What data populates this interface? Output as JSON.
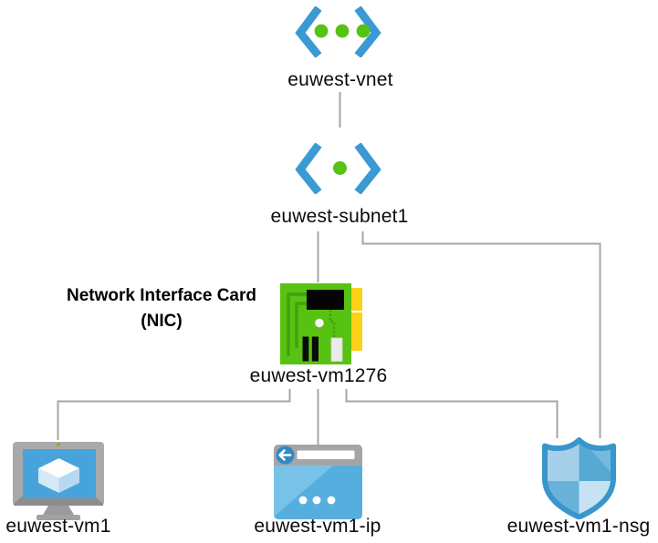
{
  "diagram": {
    "type": "azure-network-topology",
    "nodes": {
      "vnet": {
        "label": "euwest-vnet",
        "icon": "virtual-network-icon"
      },
      "subnet": {
        "label": "euwest-subnet1",
        "icon": "subnet-icon"
      },
      "nic": {
        "label": "euwest-vm1276",
        "icon": "network-interface-card-icon"
      },
      "vm": {
        "label": "euwest-vm1",
        "icon": "virtual-machine-icon"
      },
      "ip": {
        "label": "euwest-vm1-ip",
        "icon": "public-ip-address-icon"
      },
      "nsg": {
        "label": "euwest-vm1-nsg",
        "icon": "network-security-group-shield-icon"
      }
    },
    "annotations": {
      "nic_line1": "Network Interface Card",
      "nic_line2": "(NIC)"
    },
    "edges": [
      "vnet-subnet",
      "subnet-nic",
      "subnet-nsg",
      "nic-vm",
      "nic-ip",
      "nic-nsg"
    ],
    "colors": {
      "background": "#ffffff",
      "connector_gray": "#a6a6a6",
      "azure_bracket_blue": "#3b99d4",
      "dot_green": "#55c313",
      "nic_board_green": "#58c212",
      "nic_trace_green": "#3fa30c",
      "nic_tab_yellow": "#fcd116",
      "monitor_frame_gray": "#a9a9a9",
      "screen_blue": "#47a4db",
      "browser_body_blue": "#56aede",
      "browser_header_gray": "#a5a5a5",
      "shield_border_blue": "#3896cd",
      "label_text": "#0b0b0b"
    }
  }
}
